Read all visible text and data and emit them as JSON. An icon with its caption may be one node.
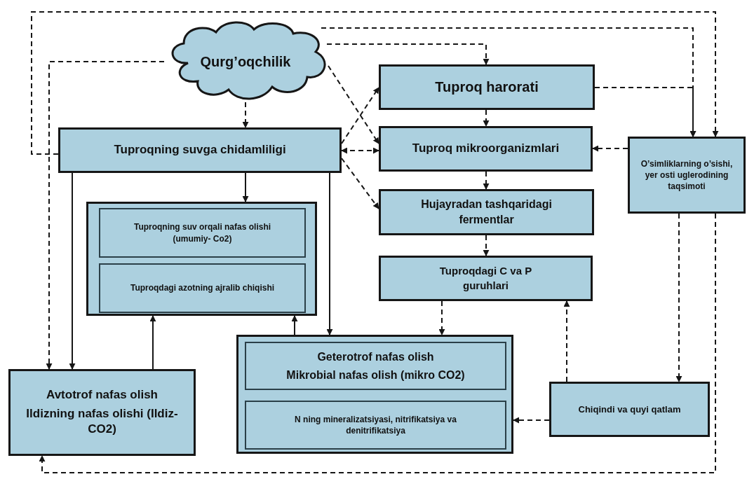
{
  "diagram": {
    "nodes": [
      {
        "text": [
          "Qurg’oqchilik"
        ]
      },
      {
        "text": [
          "Tuproqning suvga chidamliligi"
        ]
      },
      {
        "text": [
          "Tuproq harorati"
        ]
      },
      {
        "text": [
          "Tuproq mikroorganizmlari"
        ]
      },
      {
        "text": [
          "Hujayradan tashqaridagi fermentlar"
        ]
      },
      {
        "text": [
          "O’simliklarning o’sishi, yer osti uglerodining taqsimoti"
        ]
      },
      {
        "text": [
          "Tuproqdagi C va P guruhlari"
        ]
      },
      {
        "text": [],
        "shape": "box"
      },
      {
        "text": [
          "Tuproqning suv orqali nafas olishi (umumiy- Co2)"
        ],
        "in": 7
      },
      {
        "text": [
          "Tuproqdagi azotning ajralib chiqishi"
        ],
        "in": 7
      },
      {
        "text": [],
        "shape": "box"
      },
      {
        "text": [
          "Geterotrof nafas olish",
          "Mikrobial nafas olish (mikro CO2)"
        ],
        "in": 10
      },
      {
        "text": [
          "N ning mineralizatsiyasi, nitrifikatsiya va denitrifikatsiya"
        ],
        "in": 10
      },
      {
        "text": [
          "Avtotrof nafas olish",
          "Ildizning nafas olishi (Ildiz-CO2)"
        ]
      },
      {
        "text": [
          "Chiqindi va quyi qatlam"
        ]
      }
    ],
    "edges": [
      {
        "from": 0,
        "to": 1,
        "arrow": "to",
        "style": "dashed"
      },
      {
        "from": 1,
        "to": 5,
        "arrow": "to",
        "style": "dashed"
      },
      {
        "from": 0,
        "to": 5,
        "arrow": "to",
        "style": "dashed"
      },
      {
        "from": 0,
        "to": 2,
        "arrow": "to",
        "style": "dashed"
      },
      {
        "from": 0,
        "to": 13,
        "arrow": "to",
        "style": "dashed"
      },
      {
        "from": 0,
        "to": 3,
        "arrow": "to",
        "style": "dashed"
      },
      {
        "from": 1,
        "to": 2,
        "arrow": "to",
        "style": "dashed"
      },
      {
        "from": 1,
        "to": 3,
        "arrow": "both",
        "style": "dashed"
      },
      {
        "from": 1,
        "to": 4,
        "arrow": "to",
        "style": "dashed"
      },
      {
        "from": 2,
        "to": 3,
        "arrow": "to",
        "style": "dashed"
      },
      {
        "from": 3,
        "to": 4,
        "arrow": "to",
        "style": "dashed"
      },
      {
        "from": 4,
        "to": 6,
        "arrow": "to",
        "style": "dashed"
      },
      {
        "from": 2,
        "to": 5,
        "arrow": "to",
        "style": "dashed"
      },
      {
        "from": 5,
        "to": 3,
        "arrow": "to",
        "style": "dashed"
      },
      {
        "from": 5,
        "to": 14,
        "arrow": "to",
        "style": "dashed"
      },
      {
        "from": 5,
        "to": 13,
        "arrow": "to",
        "style": "dashed"
      },
      {
        "from": 6,
        "to": 10,
        "arrow": "to",
        "style": "dashed"
      },
      {
        "from": 14,
        "to": 6,
        "arrow": "to",
        "style": "dashed"
      },
      {
        "from": 14,
        "to": 10,
        "arrow": "to",
        "style": "dashed"
      },
      {
        "from": 1,
        "to": 7,
        "arrow": "to"
      },
      {
        "from": 1,
        "to": 13,
        "arrow": "to"
      },
      {
        "from": 1,
        "to": 10,
        "arrow": "to"
      },
      {
        "from": 13,
        "to": 7,
        "arrow": "to"
      },
      {
        "from": 10,
        "to": 7,
        "arrow": "to"
      }
    ]
  }
}
